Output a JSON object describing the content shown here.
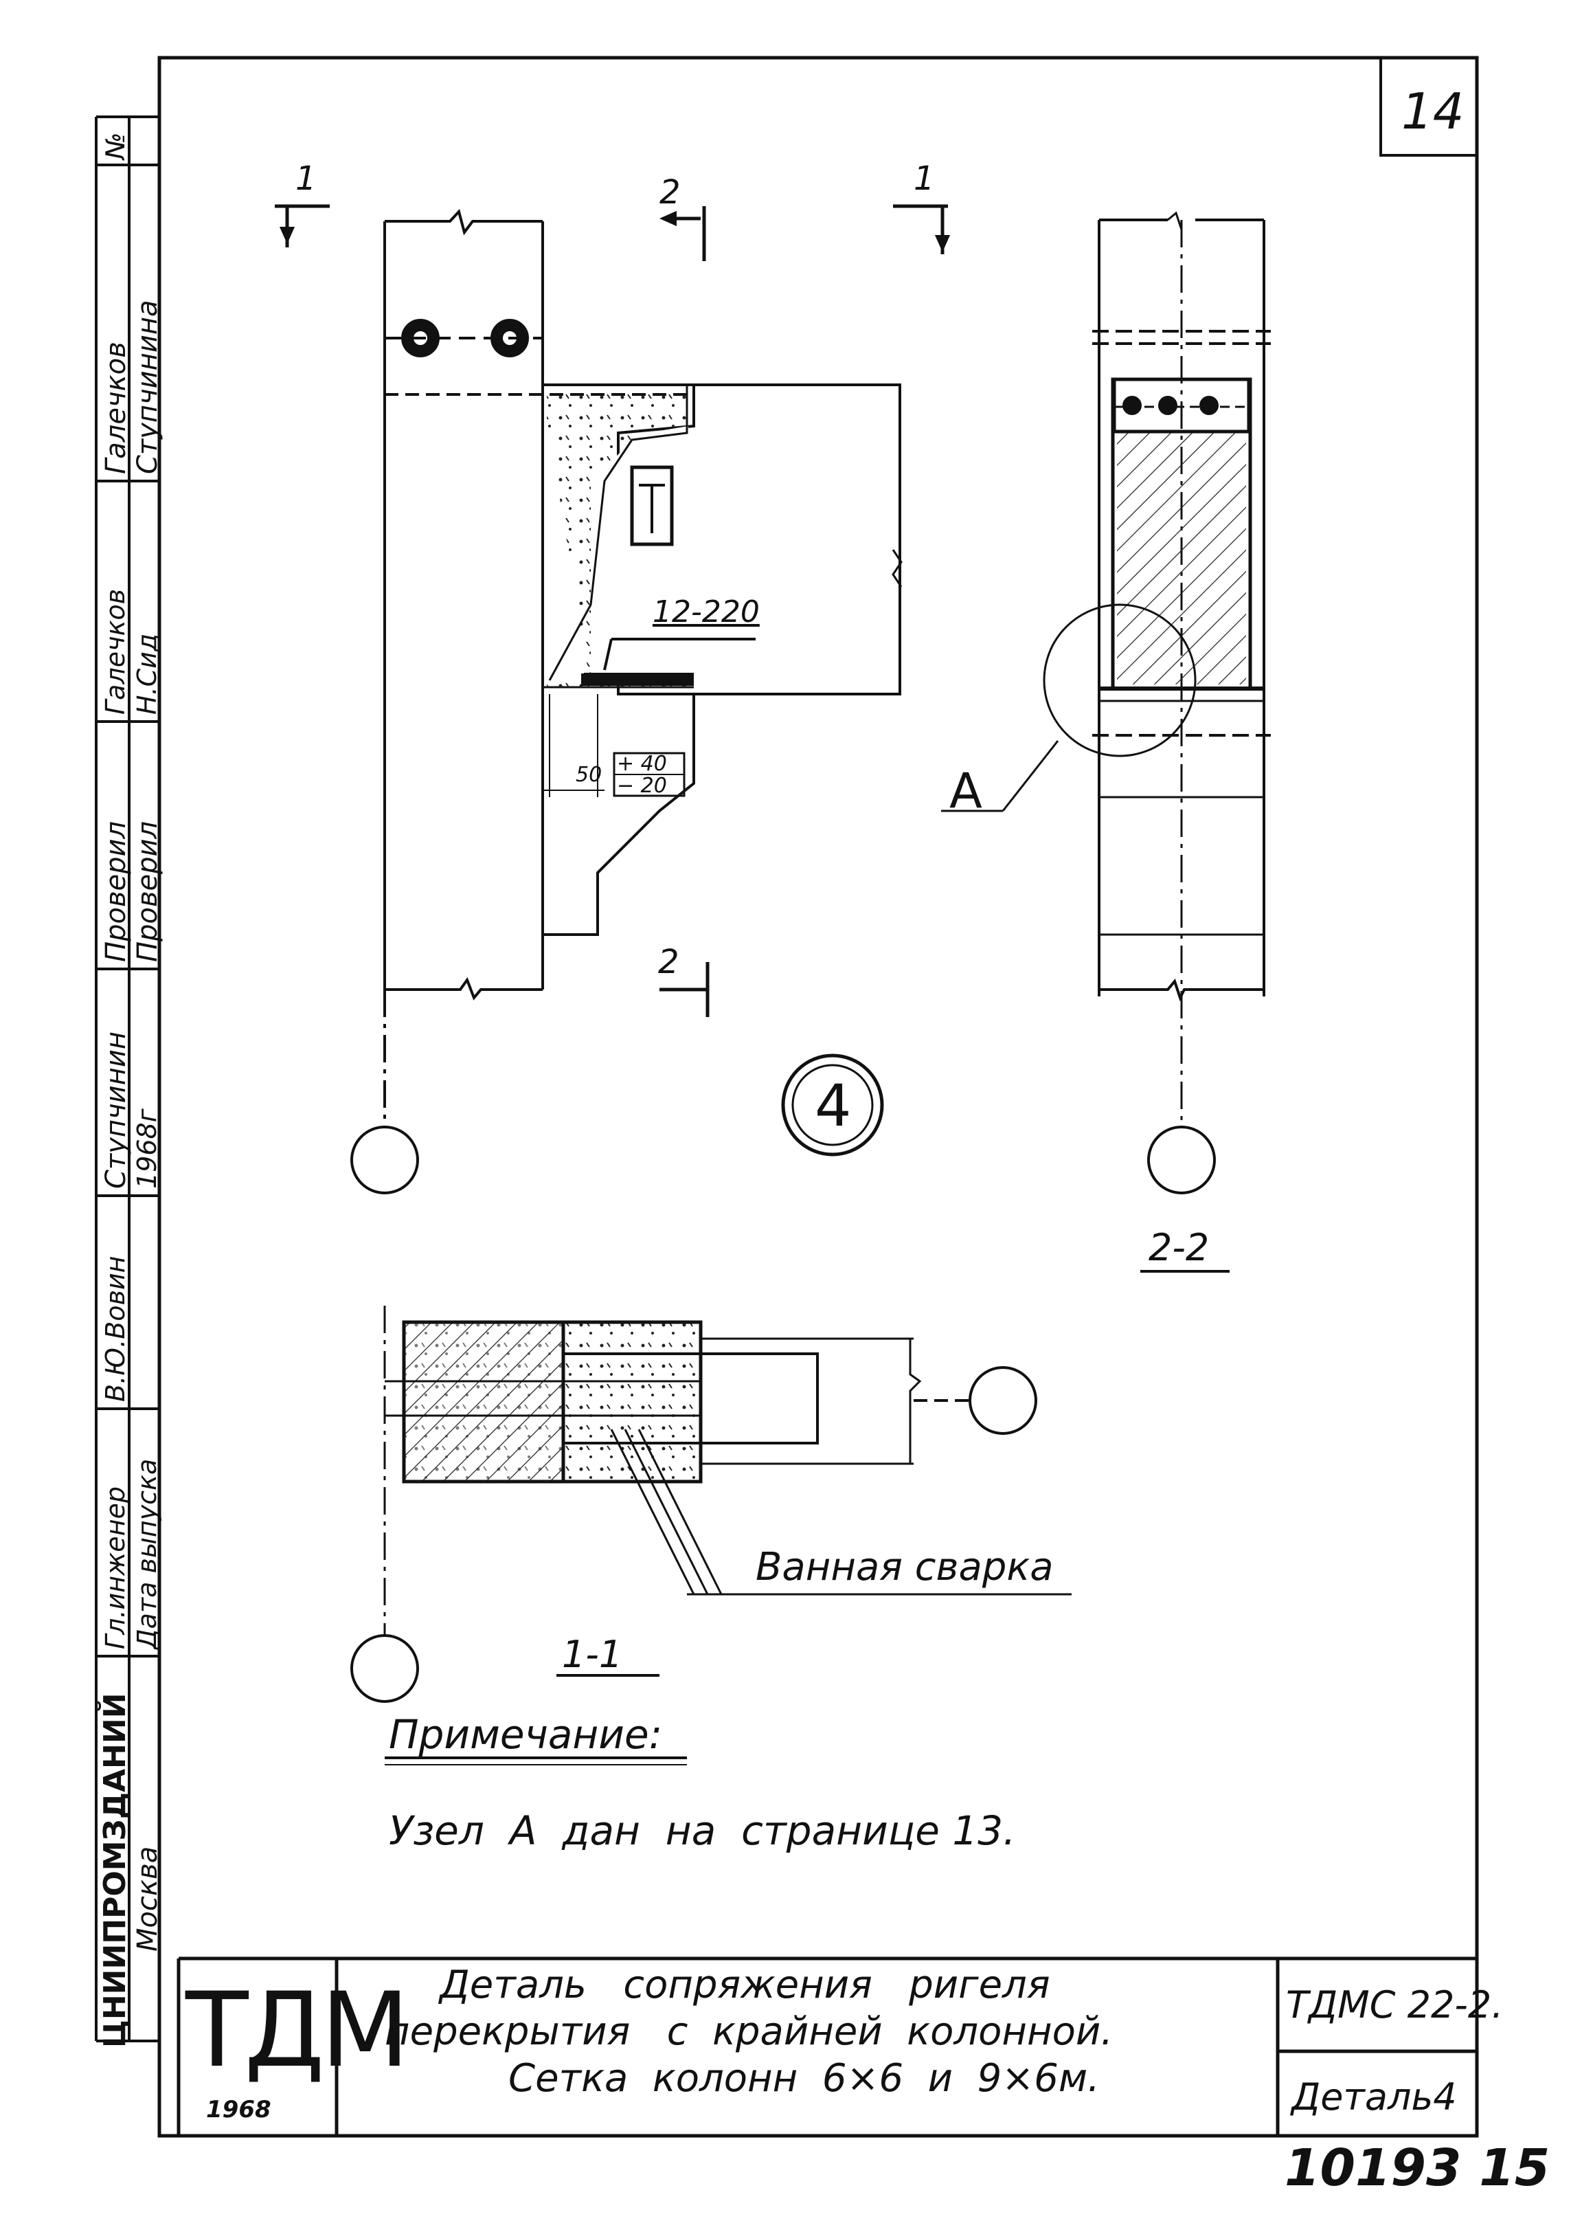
{
  "sheet": {
    "page_number": "14",
    "archive_number": "10193 15"
  },
  "side_stamp": {
    "col_no": "№",
    "title_row_labels": [
      "Галечков",
      "Ступчинина"
    ],
    "signature_labels": [
      "Галечков",
      "Н.Сид"
    ],
    "checked_labels": [
      "Проверил",
      "Проверил"
    ],
    "author_labels": [
      "Ступчинин",
      "1968г"
    ],
    "chief_engineer_labels": [
      "Гл.инженер",
      "Дата выпуска"
    ],
    "signature_chief": "В.Ю.Вовин",
    "institute": "ЦНИИПРОМЗДАНИЙ",
    "city": "Москва"
  },
  "drawing": {
    "section_mark_1": "1",
    "section_mark_2": "2",
    "rebar_label": "12-220",
    "dim_50": "50",
    "tolerance_plus": "+ 40",
    "tolerance_minus": "− 20",
    "node_label": "A",
    "detail_number": "4",
    "section_2_2": "2-2",
    "section_1_1": "1-1",
    "weld_label": "Ванная сварка"
  },
  "note": {
    "heading": "Примечание:",
    "text": "Узел  A  дан  на  странице 13."
  },
  "title_block": {
    "logo": "ТДМ",
    "year": "1968",
    "title_line1": "Деталь   сопряжения   ригеля",
    "title_line2": "перекрытия   с  крайней  колонной.",
    "title_line3": "Сетка  колонн  6×6  и  9×6м.",
    "series": "ТДМС 22-2.",
    "detail": "Деталь4"
  }
}
